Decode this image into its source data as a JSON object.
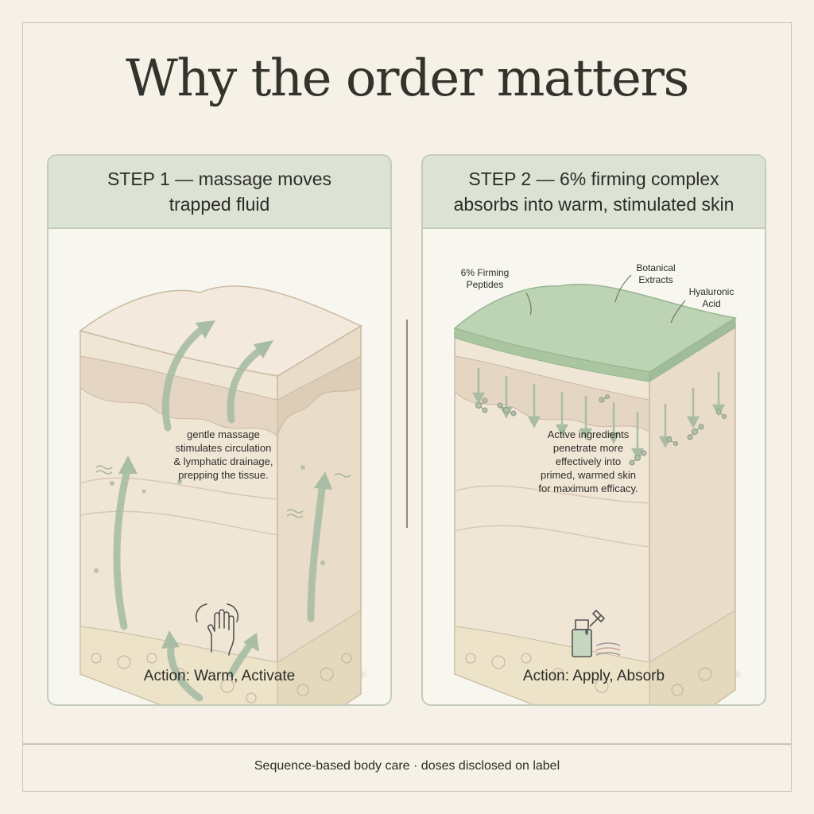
{
  "title": "Why the order matters",
  "step1": {
    "heading_line1": "STEP 1 — massage moves",
    "heading_line2": "trapped fluid",
    "caption_line1": "gentle massage",
    "caption_line2": "stimulates circulation",
    "caption_line3": "& lymphatic drainage,",
    "caption_line4": "prepping the tissue.",
    "action": "Action: Warm, Activate",
    "icon": "hand-massage-icon"
  },
  "step2": {
    "heading_line1": "STEP 2 — 6% firming complex",
    "heading_line2": "absorbs into warm, stimulated skin",
    "labels": {
      "peptides_line1": "6% Firming",
      "peptides_line2": "Peptides",
      "botanical_line1": "Botanical",
      "botanical_line2": "Extracts",
      "hyaluronic_line1": "Hyaluronic",
      "hyaluronic_line2": "Acid"
    },
    "caption_line1": "Active ingredients",
    "caption_line2": "penetrate more",
    "caption_line3": "effectively into",
    "caption_line4": "primed, warmed skin",
    "caption_line5": "for maximum efficacy.",
    "action": "Action: Apply, Absorb",
    "icon": "serum-dropper-icon"
  },
  "footer": "Sequence-based body care · doses disclosed on label",
  "colors": {
    "background": "#f5f1e6",
    "panel_header": "#dde3d4",
    "panel_border": "#c3cdb8",
    "accent_green": "#9db79a",
    "skin": "#efe2d0"
  }
}
